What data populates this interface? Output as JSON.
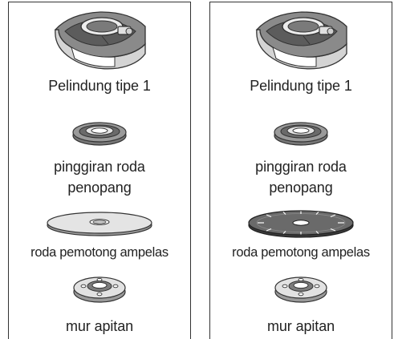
{
  "panels": [
    {
      "guard_label": "Pelindung tipe 1",
      "flange_label_line1": "pinggiran roda",
      "flange_label_line2": "penopang",
      "wheel_label": "roda pemotong ampelas",
      "nut_label": "mur apitan",
      "wheel_kind": "abrasive-disc"
    },
    {
      "guard_label": "Pelindung tipe 1",
      "flange_label_line1": "pinggiran roda",
      "flange_label_line2": "penopang",
      "wheel_label": "roda pemotong ampelas",
      "nut_label": "mur apitan",
      "wheel_kind": "segmented-diamond-disc"
    }
  ],
  "colors": {
    "line": "#333333",
    "light_fill": "#e6e6e6",
    "mid_fill": "#bdbdbd",
    "dark_fill": "#6a6a6a"
  }
}
